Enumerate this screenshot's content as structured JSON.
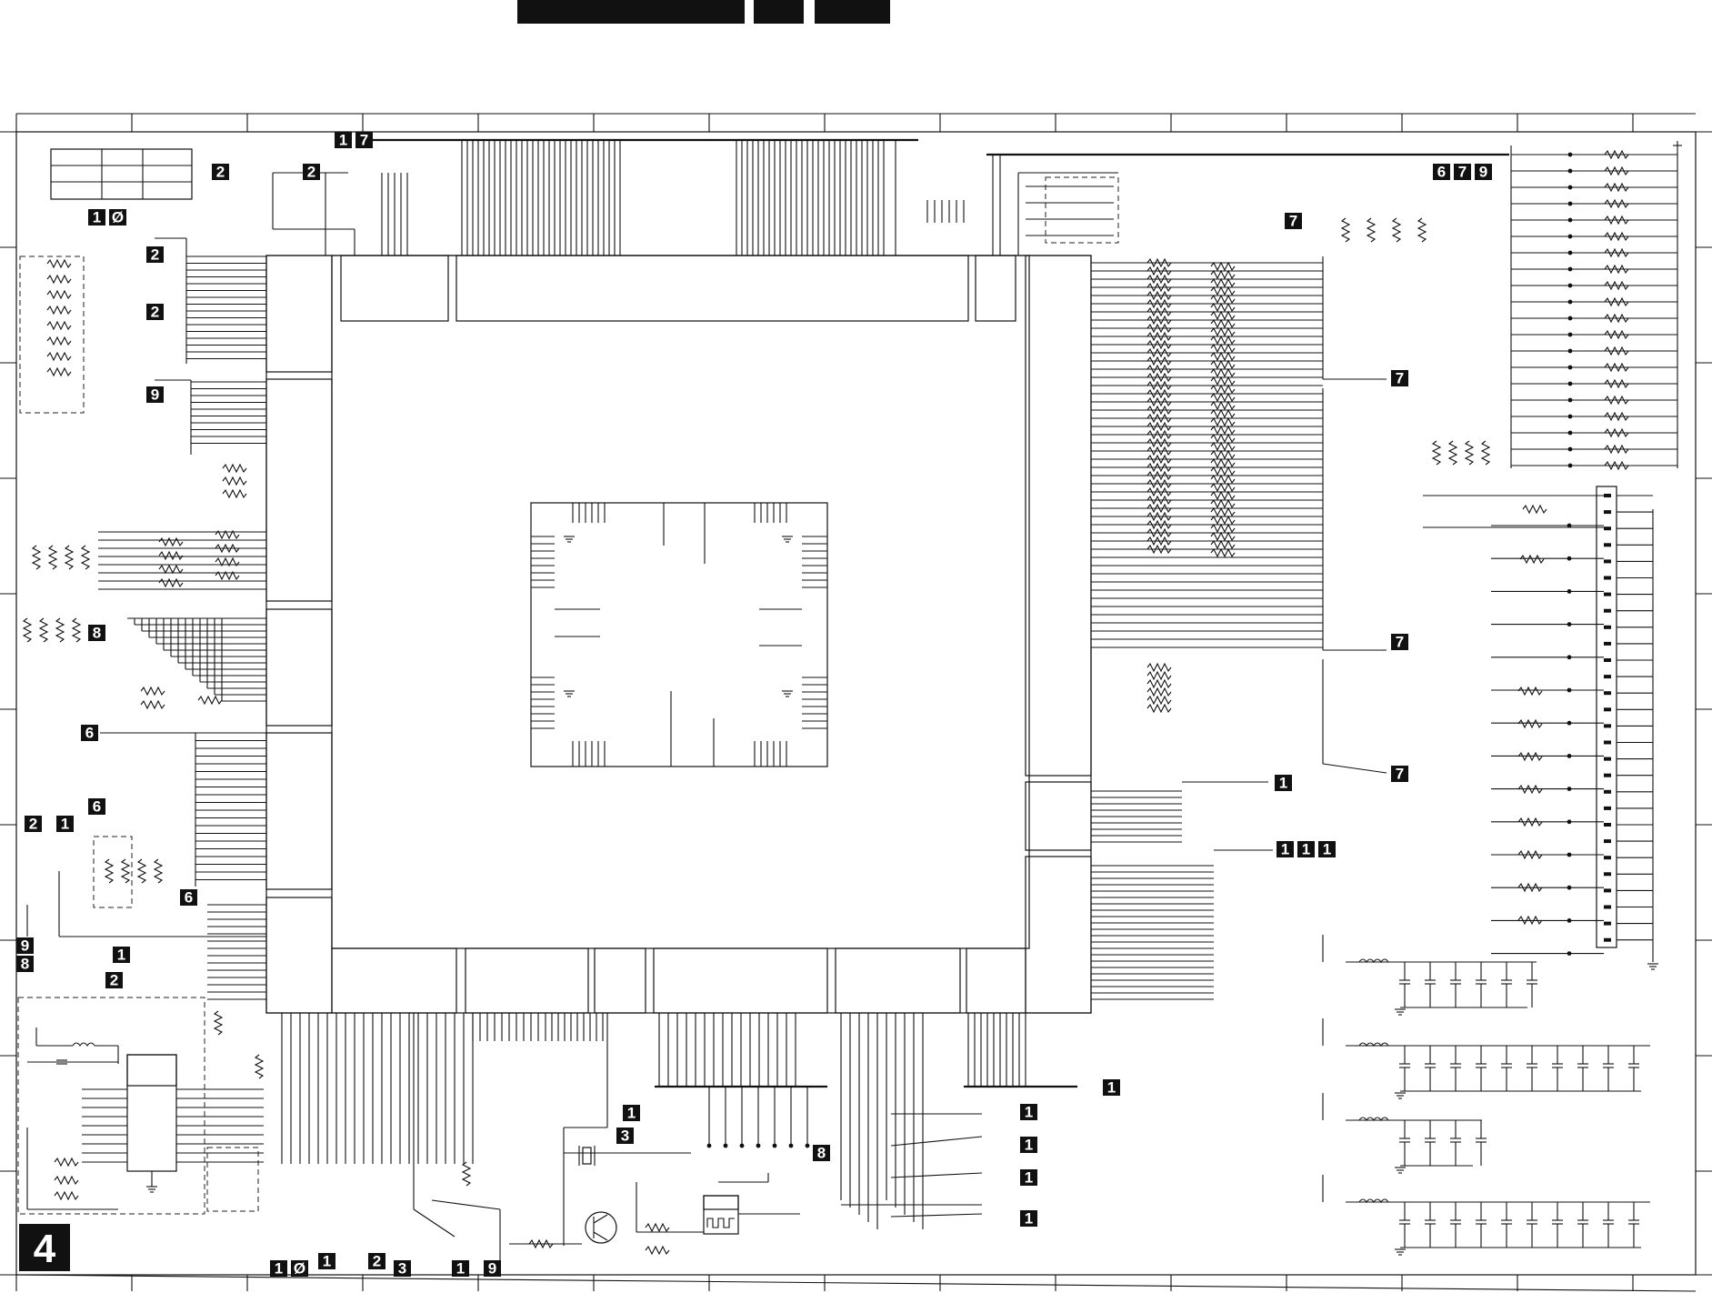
{
  "sheet": {
    "page_number": "4",
    "header_bar_segments": 3
  },
  "colors": {
    "ink": "#111111",
    "background": "#ffffff",
    "tag_fill": "#111111",
    "tag_text": "#ffffff"
  },
  "connectors": {
    "top_17": "1 7",
    "top_2a": "2",
    "top_2b": "2",
    "top_10": "1 Ø",
    "left_2a": "2",
    "left_2b": "2",
    "left_9": "9",
    "left_8": "8",
    "left_6a": "6",
    "left_6b": "6",
    "left_2": "2",
    "left_1": "1",
    "left_6c": "6",
    "left_9b": "9",
    "left_8b": "8",
    "left_1b": "1",
    "left_2c": "2",
    "top_right_679": "6 7 9",
    "right_7a": "7",
    "right_7b": "7",
    "right_7c": "7",
    "right_7d": "7",
    "right_1": "1",
    "right_1_11": "1 1 1",
    "bottom_1a": "1",
    "bottom_1b": "1",
    "bottom_1c": "1",
    "bottom_1d": "1",
    "bottom_1e": "1",
    "bottom_8": "8",
    "bottom_1f": "1",
    "bottom_3": "3",
    "footer_10": "1 Ø",
    "footer_1": "1",
    "footer_2": "2",
    "footer_3": "3",
    "footer_1b": "1",
    "footer_9": "9"
  },
  "icons": [
    "resistor-icon",
    "capacitor-icon",
    "ground-icon",
    "arrow-icon",
    "transistor-icon",
    "crystal-icon",
    "inductor-icon"
  ]
}
